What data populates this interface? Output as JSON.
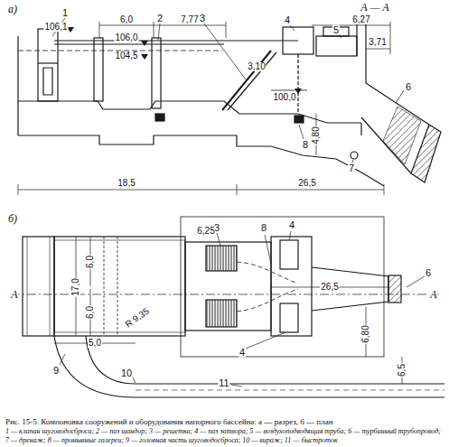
{
  "diagram": {
    "caption": "Рис. 15-5. Компоновка сооружений и оборудования напорного бассейна: а — разрез, б — план",
    "labels": [
      "а)",
      "А — А",
      "1",
      "2",
      "3",
      "4",
      "5",
      "6",
      "7",
      "8",
      "106,1",
      "6,0",
      "7,77",
      "106,0",
      "104,5",
      "3,10",
      "6,27",
      "3,71",
      "100,0",
      "4,80",
      "18,5",
      "26,5",
      "б)",
      "3",
      "8",
      "4",
      "6,0",
      "6,0",
      "17,0",
      "6,25",
      "26,5",
      "R 9,35",
      "5,0",
      "4",
      "6,80",
      "6,5",
      "6",
      "9",
      "10",
      "11",
      "А",
      "А",
      "1 — клапан шуговодосброса; 2 — паз шандор; 3 — решетка; 4 — паз затвора; 5 — воздухоподводящая труба; 6 — турбинный трубопровод; 7 — дренаж; 8 — промывные галереи; 9 — головная часть шуговодосброса; 10 — вираж; 11 — быстроток"
    ]
  }
}
